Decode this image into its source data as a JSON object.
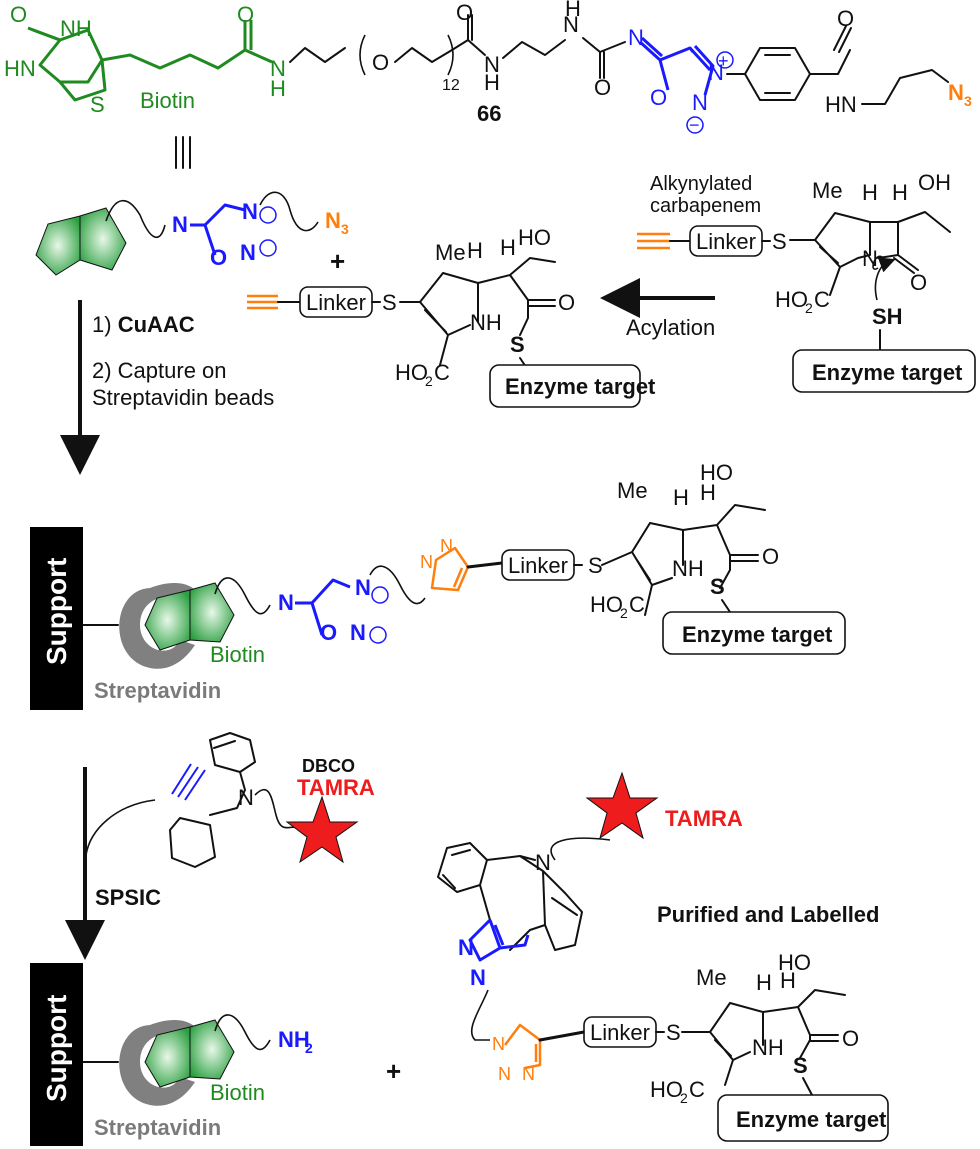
{
  "figure": {
    "compound_number": "66",
    "peg_repeat": "12",
    "equivalence_symbol": "|||",
    "plus_sign": "+"
  },
  "labels": {
    "biotin": "Biotin",
    "streptavidin": "Streptavidin",
    "support": "Support",
    "linker": "Linker",
    "enzyme_target": "Enzyme target",
    "alkynylated_carbapenem_line1": "Alkynylated",
    "alkynylated_carbapenem_line2": "carbapenem",
    "acylation": "Acylation",
    "dbco": "DBCO",
    "tamra": "TAMRA",
    "spsic": "SPSIC",
    "purified_labelled": "Purified and Labelled",
    "step1_prefix": "1) ",
    "step1_name": "CuAAC",
    "step2_line1": "2) Capture on",
    "step2_line2": "Streptavidin beads"
  },
  "atoms": {
    "O": "O",
    "NH": "NH",
    "HN": "HN",
    "S": "S",
    "N": "N",
    "H": "H",
    "N3": "N",
    "N3_sub": "3",
    "Me": "Me",
    "OH": "OH",
    "HO": "HO",
    "HO2C": "HO",
    "HO2C_sub": "2",
    "HO2C_tail": "C",
    "SH": "SH",
    "NH2": "NH",
    "NH2_sub": "2",
    "plus_charge": "+",
    "minus_charge": "−"
  },
  "colors": {
    "biotin": "#1f8a1f",
    "sydnone": "#1a1aff",
    "azide_triazole": "#ff7f0e",
    "tamra": "#ee1c1c",
    "streptavidin": "#7a7a7a",
    "support": "#000000"
  }
}
